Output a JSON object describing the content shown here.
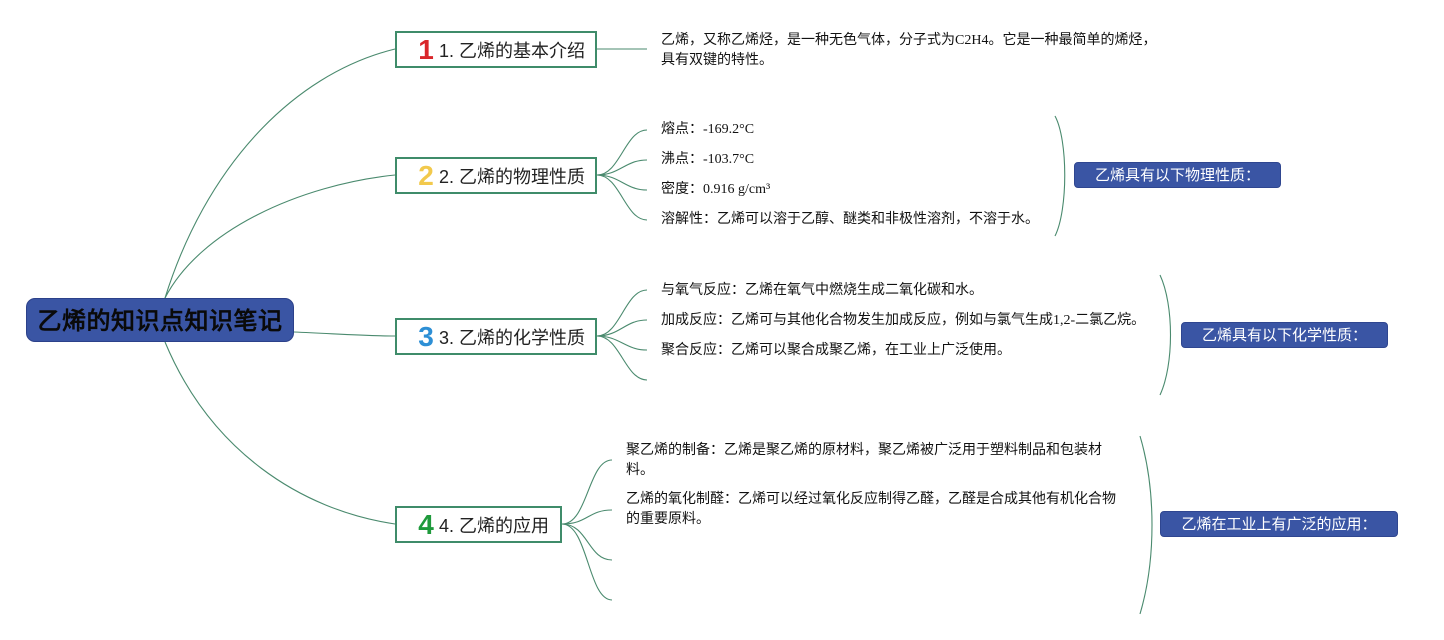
{
  "root": {
    "title": "乙烯的知识点知识笔记"
  },
  "branches": [
    {
      "num": "1",
      "num_color": "#d9262a",
      "label": "1. 乙烯的基本介绍"
    },
    {
      "num": "2",
      "num_color": "#f2c94c",
      "label": "2. 乙烯的物理性质"
    },
    {
      "num": "3",
      "num_color": "#2d8fd5",
      "label": "3. 乙烯的化学性质"
    },
    {
      "num": "4",
      "num_color": "#1f9a3c",
      "label": "4. 乙烯的应用"
    }
  ],
  "intro": {
    "text": "乙烯，又称乙烯烃，是一种无色气体，分子式为C2H4。它是一种最简单的烯烃，具有双键的特性。"
  },
  "physical": {
    "items": [
      "熔点：-169.2°C",
      "沸点：-103.7°C",
      "密度：0.916 g/cm³",
      "溶解性：乙烯可以溶于乙醇、醚类和非极性溶剂，不溶于水。"
    ],
    "summary": "乙烯具有以下物理性质："
  },
  "chemical": {
    "items": [
      "与氧气反应：乙烯在氧气中燃烧生成二氧化碳和水。",
      "加成反应：乙烯可与其他化合物发生加成反应，例如与氯气生成1,2-二氯乙烷。",
      "聚合反应：乙烯可以聚合成聚乙烯，在工业上广泛使用。"
    ],
    "summary": "乙烯具有以下化学性质："
  },
  "application": {
    "items": [
      "聚乙烯的制备：乙烯是聚乙烯的原材料，聚乙烯被广泛用于塑料制品和包装材料。",
      "乙烯的氧化制醛：乙烯可以经过氧化反应制得乙醛，乙醛是合成其他有机化合物的重要原料。"
    ],
    "summary": "乙烯在工业上有广泛的应用："
  },
  "colors": {
    "link": "#4a8a6e",
    "branch_border": "#3f8c6a",
    "root_fill": "#3a55a4",
    "summary_fill": "#3a55a4"
  }
}
